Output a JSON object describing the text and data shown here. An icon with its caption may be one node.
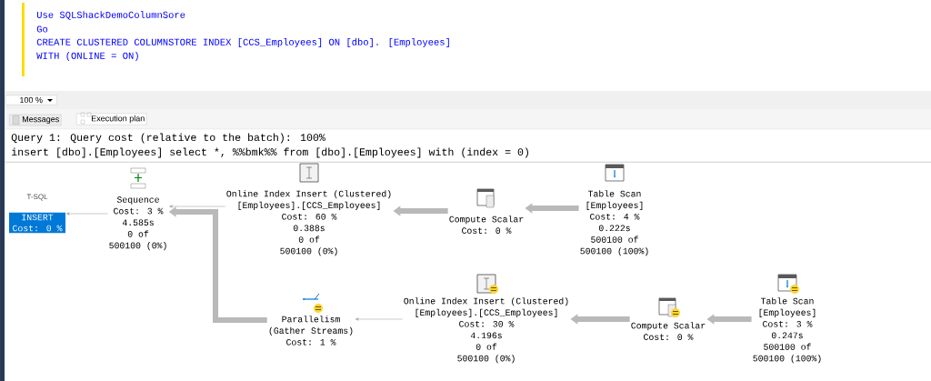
{
  "diagram": {
    "nodes": [
      {
        "text": [
          "INSERT",
          "Cost: 0 %"
        ],
        "beside": [
          "T-SQL"
        ]
      },
      {
        "text": [
          "Sequence",
          "Cost: 3 %",
          "4.585s",
          "0 of",
          "500100 (0%)"
        ]
      },
      {
        "text": [
          "Online Index Insert (Clustered)",
          "[Employees].[CCS_Employees]",
          "Cost: 60 %",
          "0.388s",
          "0 of",
          "500100 (0%)"
        ]
      },
      {
        "text": [
          "Compute Scalar",
          "Cost: 0 %"
        ]
      },
      {
        "text": [
          "Table Scan",
          "[Employees]",
          "Cost: 4 %",
          "0.222s",
          "500100 of",
          "500100 (100%)"
        ]
      },
      {
        "text": [
          "Parallelism",
          "(Gather Streams)",
          "Cost: 1 %"
        ]
      },
      {
        "text": [
          "Online Index Insert (Clustered)",
          "[Employees].[CCS_Employees]",
          "Cost: 30 %",
          "4.196s",
          "0 of",
          "500100 (0%)"
        ]
      },
      {
        "text": [
          "Compute Scalar",
          "Cost: 0 %"
        ]
      },
      {
        "text": [
          "Table Scan",
          "[Employees]",
          "Cost: 3 %",
          "0.247s",
          "500100 of",
          "500100 (100%)"
        ]
      }
    ],
    "edges": [
      {
        "from": 1,
        "to": 0,
        "arrow": "to"
      },
      {
        "from": 2,
        "to": 1,
        "arrow": "to"
      },
      {
        "from": 3,
        "to": 2,
        "arrow": "to"
      },
      {
        "from": 4,
        "to": 3,
        "arrow": "to"
      },
      {
        "from": 5,
        "to": 1,
        "arrow": "to"
      },
      {
        "from": 6,
        "to": 5,
        "arrow": "to"
      },
      {
        "from": 7,
        "to": 6,
        "arrow": "to"
      },
      {
        "from": 8,
        "to": 7,
        "arrow": "to"
      }
    ],
    "labels": [
      "Use SQLShackDemoColumnSore",
      "Go",
      "CREATE CLUSTERED COLUMNSTORE INDEX [CCS_Employees] ON [dbo]. [Employees]",
      "WITH (ONLINE = ON)",
      "100 %",
      "Messages",
      "Execution plan",
      "Query 1: Query cost (relative to the batch): 100%",
      "insert [dbo].[Employees] select *, %%bmk%% from [dbo].[Employees] with (index = 0)"
    ]
  }
}
